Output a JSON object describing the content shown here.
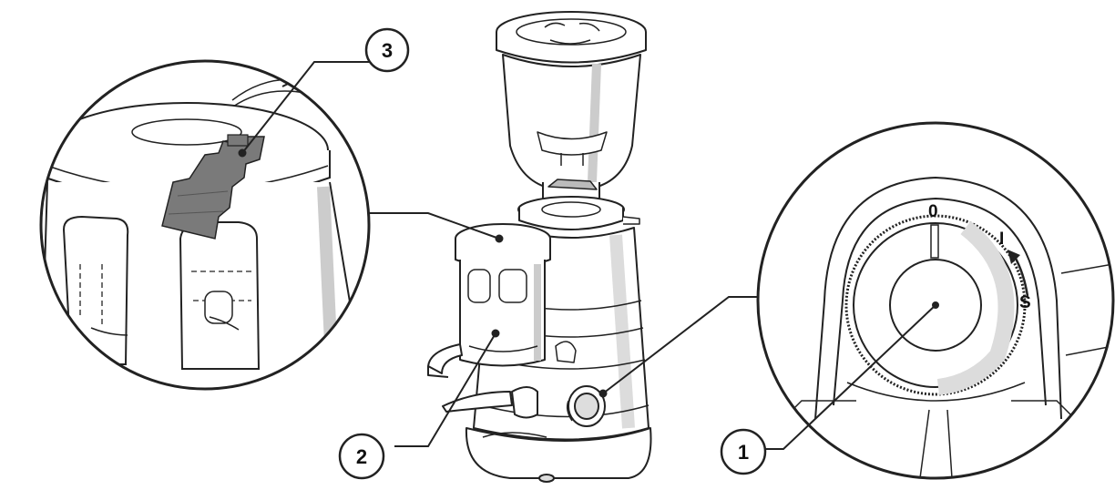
{
  "callouts": {
    "c1": "1",
    "c2": "2",
    "c3": "3"
  },
  "switch_positions": {
    "off": "0",
    "on": "I",
    "start": "S"
  },
  "colors": {
    "line": "#222222",
    "shade": "#d9d9d9",
    "highlight_part": "#7a7a7a",
    "background": "#ffffff"
  }
}
